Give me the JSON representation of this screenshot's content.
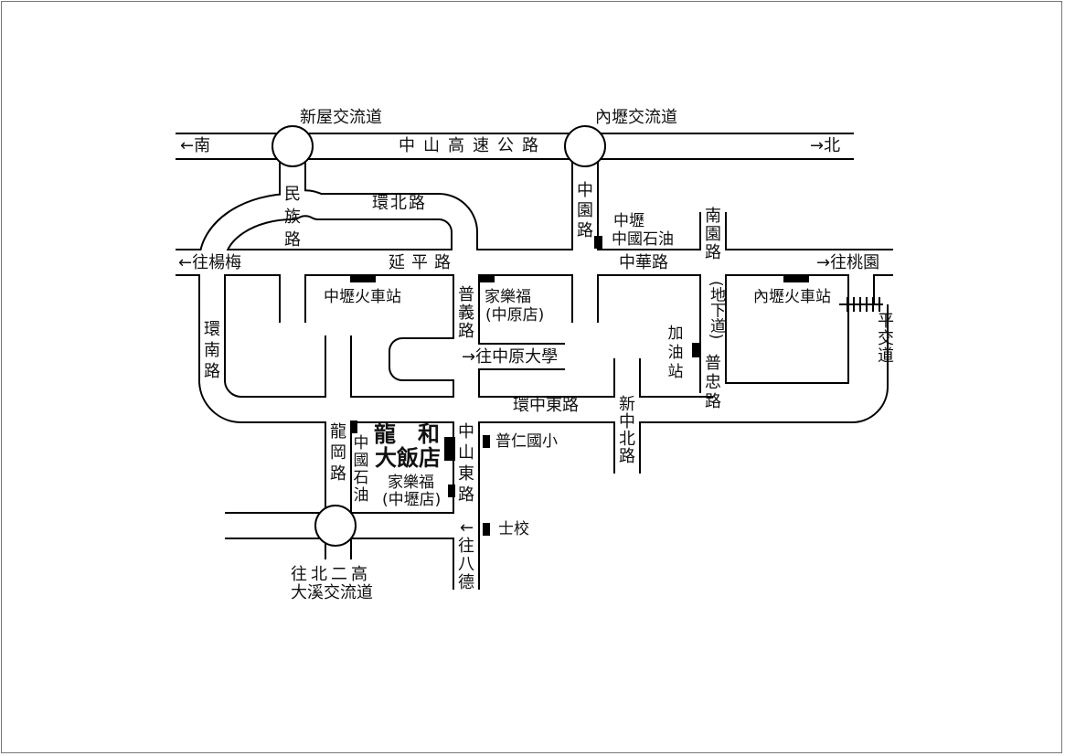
{
  "interchanges": {
    "xinwu": "新屋交流道",
    "neili": "內壢交流道",
    "beierGao": "往北二高",
    "daxi": "大溪交流道"
  },
  "roads": {
    "zhongshan_hwy": "中山高速公路",
    "south": "←南",
    "north": "→北",
    "minzu": "民族路",
    "huanbei": "環北路",
    "zhongyuan": "中園路",
    "nanyuan": "南園路",
    "yanping": "延平路",
    "zhonghua": "中華路",
    "to_yangmei": "←往楊梅",
    "to_taoyuan": "→往桃園",
    "puyi": "普義路",
    "to_cycu": "→往中原大學",
    "dixiadao": "(地下道)",
    "puzhong": "普忠路",
    "huannan": "環南路",
    "huanzhongdong": "環中東路",
    "xinzhongbei": "新中北路",
    "longgang": "龍岡路",
    "zhongshandong": "中山東路",
    "to_bade": "往八德",
    "arrow_left": "←",
    "railway_crossing": "平交道"
  },
  "landmarks": {
    "cpc_zhongli_a": "中壢",
    "cpc_zhongli_b": "中國石油",
    "zhongli_station": "中壢火車站",
    "neili_station": "內壢火車站",
    "carrefour_zy_a": "家樂福",
    "carrefour_zy_b": "(中原店)",
    "gas_station": "加油站",
    "hotel_a": "龍　和",
    "hotel_b": "大飯店",
    "cpc_longgang": "中國石油",
    "carrefour_zl_a": "家樂福",
    "carrefour_zl_b": "(中壢店)",
    "puren": "普仁國小",
    "shixiao": "士校"
  }
}
